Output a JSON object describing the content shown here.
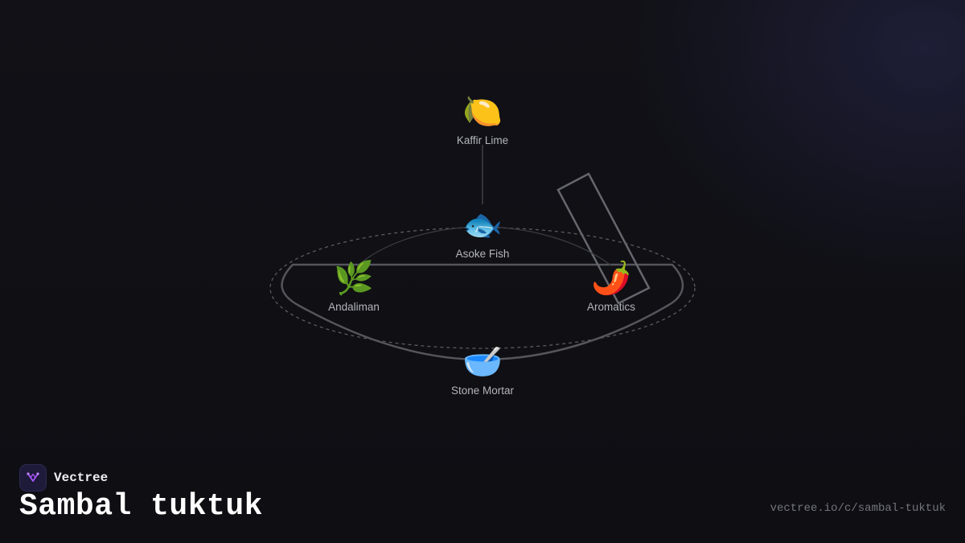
{
  "brand": {
    "name": "Vectree",
    "accent_color": "#a855f7",
    "logo_icon": "vectree-tree-icon"
  },
  "page": {
    "title": "Sambal tuktuk",
    "url": "vectree.io/c/sambal-tuktuk"
  },
  "diagram": {
    "line_color": "#5a5a62",
    "nodes": [
      {
        "id": "kaffir-lime",
        "icon": "🍋",
        "icon_name": "lemon-icon",
        "label": "Kaffir Lime"
      },
      {
        "id": "asoke-fish",
        "icon": "🐟",
        "icon_name": "fish-icon",
        "label": "Asoke Fish"
      },
      {
        "id": "andaliman",
        "icon": "🌿",
        "icon_name": "herb-icon",
        "label": "Andaliman"
      },
      {
        "id": "aromatics",
        "icon": "🌶️",
        "icon_name": "chili-pepper-icon",
        "label": "Aromatics"
      },
      {
        "id": "stone-mortar",
        "icon": "🥣",
        "icon_name": "bowl-with-spoon-icon",
        "label": "Stone Mortar"
      }
    ]
  }
}
